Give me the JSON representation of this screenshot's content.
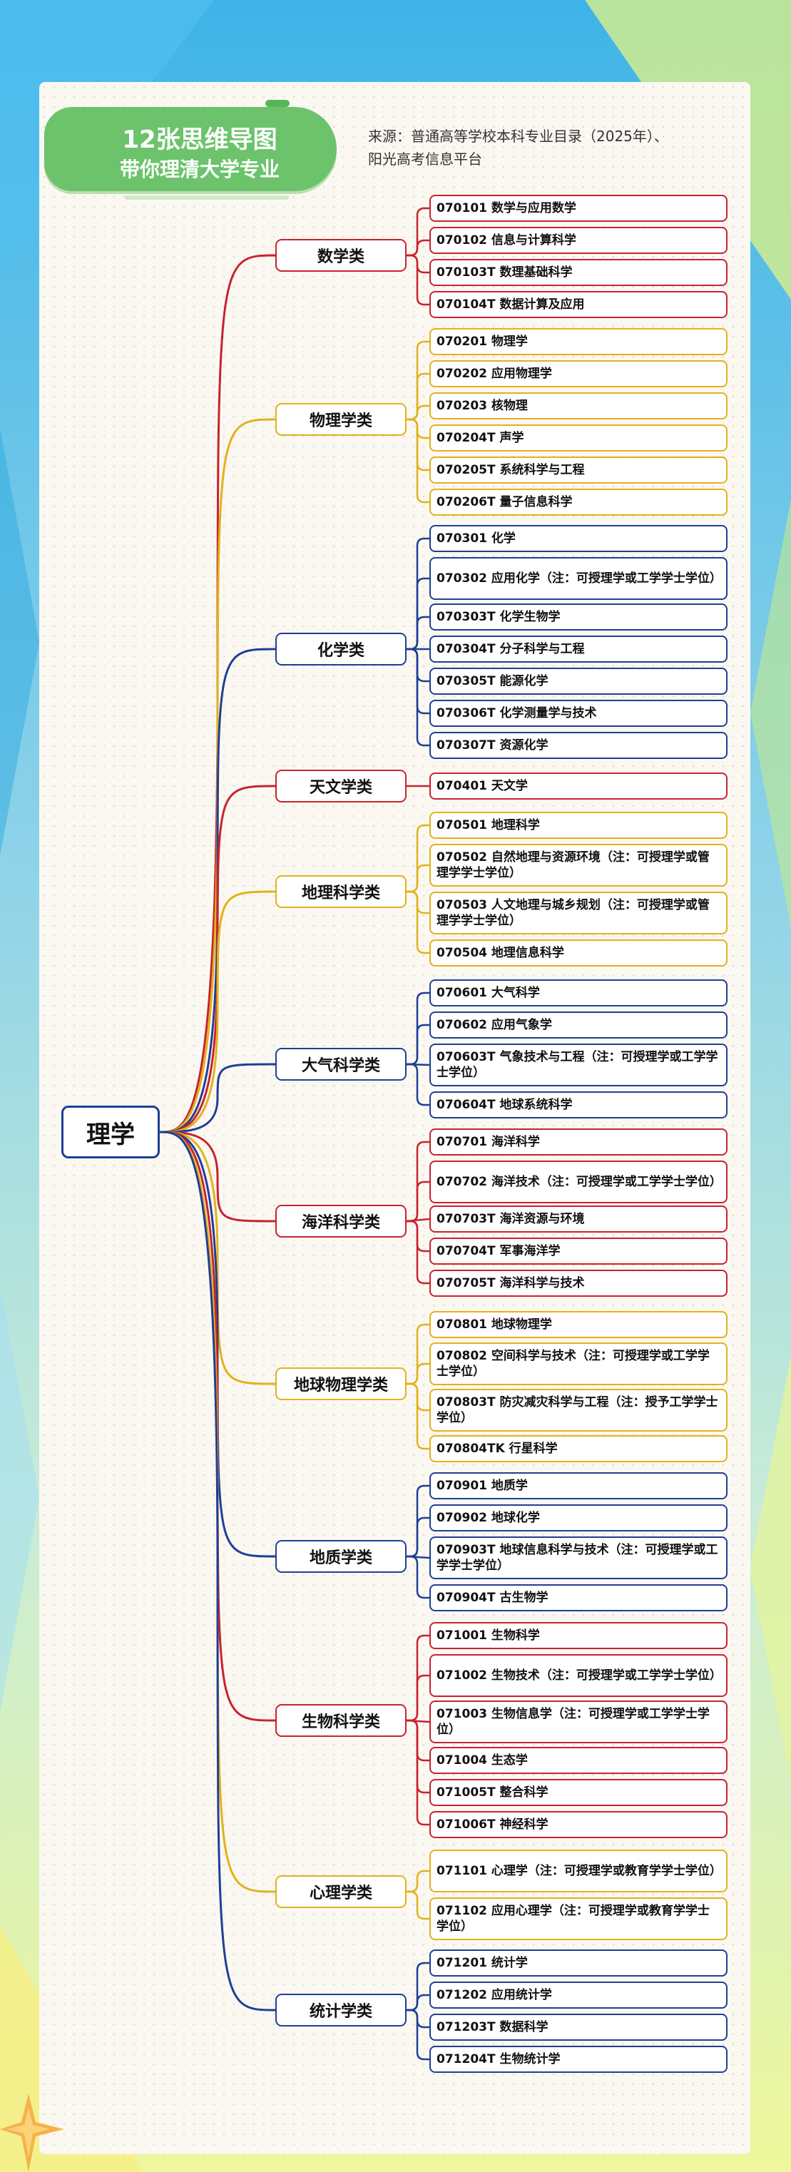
{
  "title": {
    "line1": "12张思维导图",
    "line2": "带你理清大学专业"
  },
  "source": {
    "line1": "来源：普通高等学校本科专业目录（2025年）、",
    "line2": "阳光高考信息平台"
  },
  "root": {
    "label": "理学"
  },
  "colors": {
    "red": "#c8232d",
    "yellow": "#e2b21c",
    "blue": "#1f3f96"
  },
  "categories": [
    {
      "label": "数学类",
      "color": "red",
      "items": [
        "070101 数学与应用数学",
        "070102 信息与计算科学",
        "070103T 数理基础科学",
        "070104T 数据计算及应用"
      ]
    },
    {
      "label": "物理学类",
      "color": "yellow",
      "items": [
        "070201 物理学",
        "070202 应用物理学",
        "070203 核物理",
        "070204T 声学",
        "070205T 系统科学与工程",
        "070206T 量子信息科学"
      ]
    },
    {
      "label": "化学类",
      "color": "blue",
      "items": [
        "070301 化学",
        "070302 应用化学（注：可授理学或工学学士学位）",
        "070303T 化学生物学",
        "070304T 分子科学与工程",
        "070305T 能源化学",
        "070306T 化学测量学与技术",
        "070307T 资源化学"
      ]
    },
    {
      "label": "天文学类",
      "color": "red",
      "items": [
        "070401 天文学"
      ]
    },
    {
      "label": "地理科学类",
      "color": "yellow",
      "items": [
        "070501 地理科学",
        "070502 自然地理与资源环境（注：可授理学或管理学学士学位）",
        "070503 人文地理与城乡规划（注：可授理学或管理学学士学位）",
        "070504 地理信息科学"
      ]
    },
    {
      "label": "大气科学类",
      "color": "blue",
      "items": [
        "070601 大气科学",
        "070602 应用气象学",
        "070603T 气象技术与工程（注：可授理学或工学学士学位）",
        "070604T 地球系统科学"
      ]
    },
    {
      "label": "海洋科学类",
      "color": "red",
      "items": [
        "070701 海洋科学",
        "070702 海洋技术（注：可授理学或工学学士学位）",
        "070703T 海洋资源与环境",
        "070704T 军事海洋学",
        "070705T 海洋科学与技术"
      ]
    },
    {
      "label": "地球物理学类",
      "color": "yellow",
      "items": [
        "070801 地球物理学",
        "070802 空间科学与技术（注：可授理学或工学学士学位）",
        "070803T 防灾减灾科学与工程（注：授予工学学士学位）",
        "070804TK 行星科学"
      ]
    },
    {
      "label": "地质学类",
      "color": "blue",
      "items": [
        "070901 地质学",
        "070902 地球化学",
        "070903T 地球信息科学与技术（注：可授理学或工学学士学位）",
        "070904T 古生物学"
      ]
    },
    {
      "label": "生物科学类",
      "color": "red",
      "items": [
        "071001 生物科学",
        "071002 生物技术（注：可授理学或工学学士学位）",
        "071003 生物信息学（注：可授理学或工学学士学位）",
        "071004 生态学",
        "071005T 整合科学",
        "071006T 神经科学"
      ]
    },
    {
      "label": "心理学类",
      "color": "yellow",
      "items": [
        "071101 心理学（注：可授理学或教育学学士学位）",
        "071102 应用心理学（注：可授理学或教育学学士学位）"
      ]
    },
    {
      "label": "统计学类",
      "color": "blue",
      "items": [
        "071201 统计学",
        "071202 应用统计学",
        "071203T 数据科学",
        "071204T 生物统计学"
      ]
    }
  ]
}
